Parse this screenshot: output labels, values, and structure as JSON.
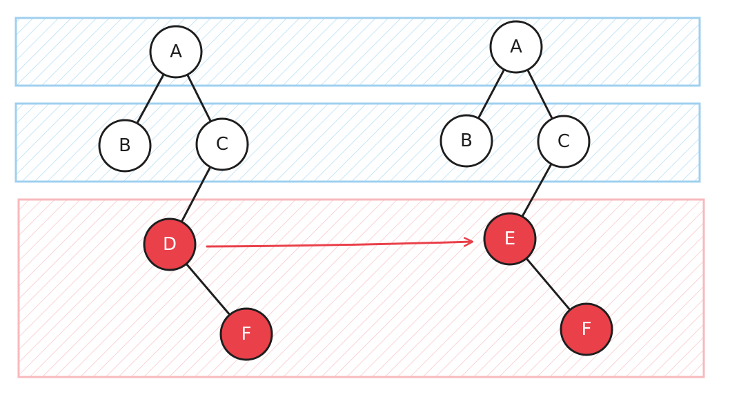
{
  "colors": {
    "band_blue_stroke": "#9fd0ef",
    "band_blue_hatch": "#b9dff5",
    "band_red_stroke": "#f7b9bd",
    "band_red_hatch": "#f9c9cc",
    "node_white_fill": "#ffffff",
    "node_red_fill": "#e9404a",
    "edge": "#1e1e1e",
    "arrow": "#e9404a"
  },
  "left_tree": {
    "nodes": [
      {
        "id": "A",
        "label": "A",
        "style": "white"
      },
      {
        "id": "B",
        "label": "B",
        "style": "white"
      },
      {
        "id": "C",
        "label": "C",
        "style": "white"
      },
      {
        "id": "D",
        "label": "D",
        "style": "red"
      },
      {
        "id": "F",
        "label": "F",
        "style": "red"
      }
    ],
    "edges": [
      [
        "A",
        "B"
      ],
      [
        "A",
        "C"
      ],
      [
        "C",
        "D"
      ],
      [
        "D",
        "F"
      ]
    ]
  },
  "right_tree": {
    "nodes": [
      {
        "id": "A",
        "label": "A",
        "style": "white"
      },
      {
        "id": "B",
        "label": "B",
        "style": "white"
      },
      {
        "id": "C",
        "label": "C",
        "style": "white"
      },
      {
        "id": "E",
        "label": "E",
        "style": "red"
      },
      {
        "id": "F",
        "label": "F",
        "style": "red"
      }
    ],
    "edges": [
      [
        "A",
        "B"
      ],
      [
        "A",
        "C"
      ],
      [
        "C",
        "E"
      ],
      [
        "E",
        "F"
      ]
    ]
  },
  "transition_arrow": {
    "from": "D",
    "to": "E"
  }
}
